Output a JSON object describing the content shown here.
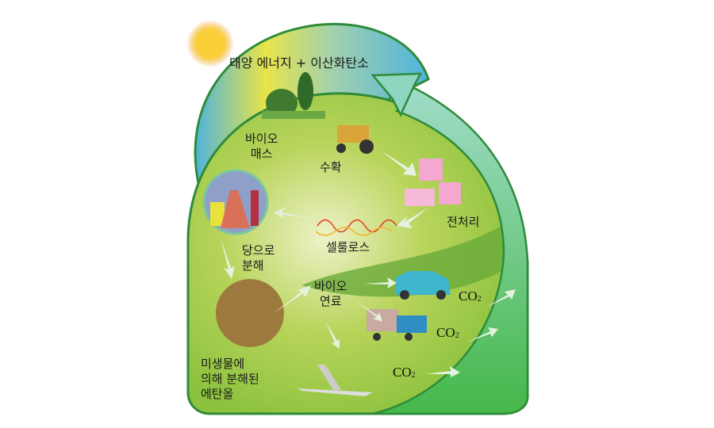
{
  "title": "태양 에너지 + 이산화탄소",
  "labels": {
    "biomass": "바이오\n매스",
    "harvest": "수확",
    "pretreatment": "전처리",
    "cellulose": "셀룰로스",
    "sugar": "당으로\n분해",
    "biofuel": "바이오\n연료",
    "ethanol": "미생물에\n의해 분해된\n에탄올"
  },
  "emissions": [
    {
      "text": "CO",
      "sub": "2"
    },
    {
      "text": "CO",
      "sub": "2"
    },
    {
      "text": "CO",
      "sub": "2"
    }
  ],
  "colors": {
    "outline": "#2e8b3a",
    "green": "#5db84a",
    "light_green": "#c6dc6a",
    "sky": "#4fb3dc",
    "sun": "#f7c531"
  }
}
